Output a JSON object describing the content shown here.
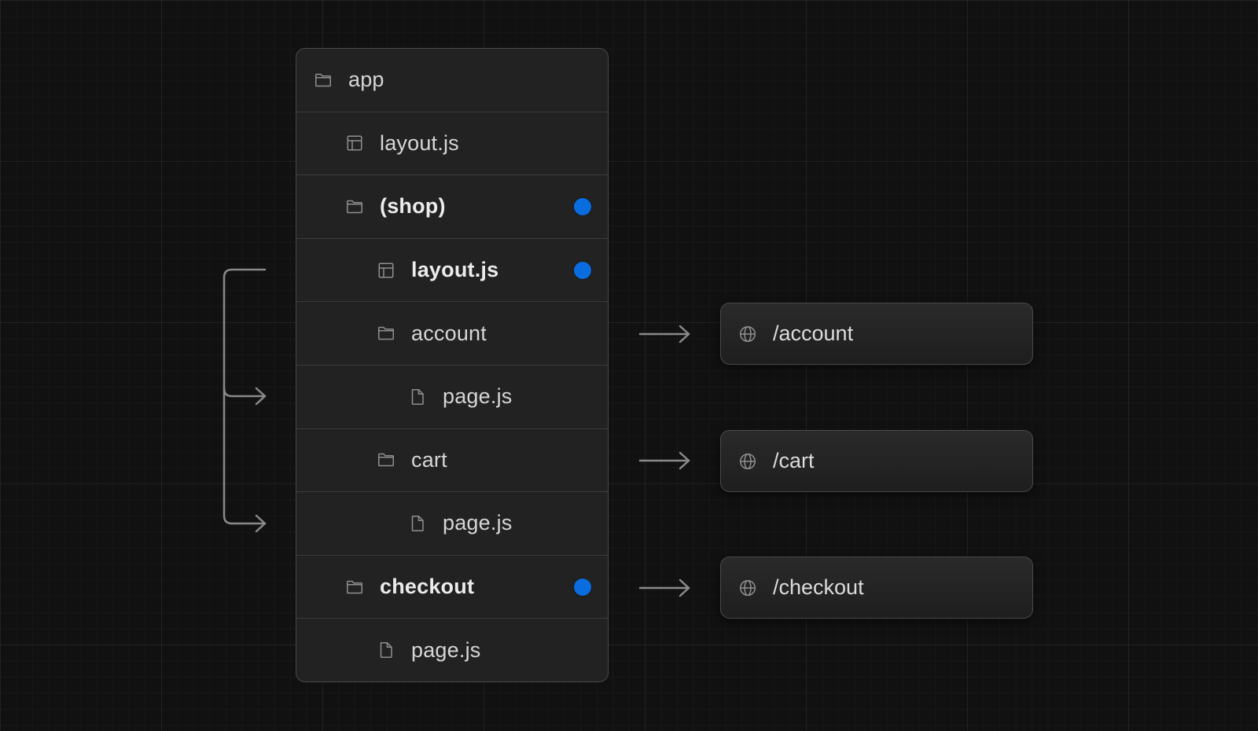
{
  "tree": [
    {
      "label": "app",
      "icon": "folder-icon",
      "indent": 0,
      "bold": false,
      "highlighted": false
    },
    {
      "label": "layout.js",
      "icon": "layout-icon",
      "indent": 1,
      "bold": false,
      "highlighted": false
    },
    {
      "label": "(shop)",
      "icon": "folder-icon",
      "indent": 1,
      "bold": true,
      "highlighted": true
    },
    {
      "label": "layout.js",
      "icon": "layout-icon",
      "indent": 2,
      "bold": true,
      "highlighted": true
    },
    {
      "label": "account",
      "icon": "folder-icon",
      "indent": 2,
      "bold": false,
      "highlighted": false
    },
    {
      "label": "page.js",
      "icon": "file-icon",
      "indent": 3,
      "bold": false,
      "highlighted": false
    },
    {
      "label": "cart",
      "icon": "folder-icon",
      "indent": 2,
      "bold": false,
      "highlighted": false
    },
    {
      "label": "page.js",
      "icon": "file-icon",
      "indent": 3,
      "bold": false,
      "highlighted": false
    },
    {
      "label": "checkout",
      "icon": "folder-icon",
      "indent": 1,
      "bold": true,
      "highlighted": true
    },
    {
      "label": "page.js",
      "icon": "file-icon",
      "indent": 2,
      "bold": false,
      "highlighted": false
    }
  ],
  "routes": [
    {
      "label": "/account",
      "icon": "globe-icon"
    },
    {
      "label": "/cart",
      "icon": "globe-icon"
    },
    {
      "label": "/checkout",
      "icon": "globe-icon"
    }
  ],
  "colors": {
    "background": "#111111",
    "panel": "#222222",
    "border": "#4a4a4a",
    "highlight_dot": "#0a6ddf",
    "text": "#d6d6d6"
  }
}
